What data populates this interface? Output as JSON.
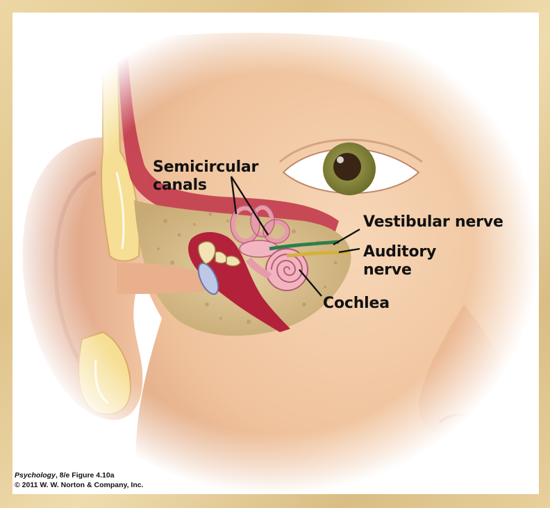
{
  "labels": {
    "semicircular_line1": "Semicircular",
    "semicircular_line2": "canals",
    "vestibular": "Vestibular nerve",
    "auditory_line1": "Auditory",
    "auditory_line2": "nerve",
    "cochlea": "Cochlea"
  },
  "credit": {
    "book_title": "Psychology",
    "figure_ref": ", 8/e  Figure 4.10a",
    "copyright": "© 2011 W. W. Norton & Company, Inc."
  },
  "colors": {
    "skin": "#f2c9a4",
    "bone": "#d9c08f",
    "tissue_red": "#b5263b",
    "cochlea_pink": "#f0a8b8",
    "vestibular_nerve": "#2e7d4f",
    "auditory_nerve": "#d4b23a",
    "iris": "#8a8a3c",
    "border_tan": "#e3c992"
  }
}
